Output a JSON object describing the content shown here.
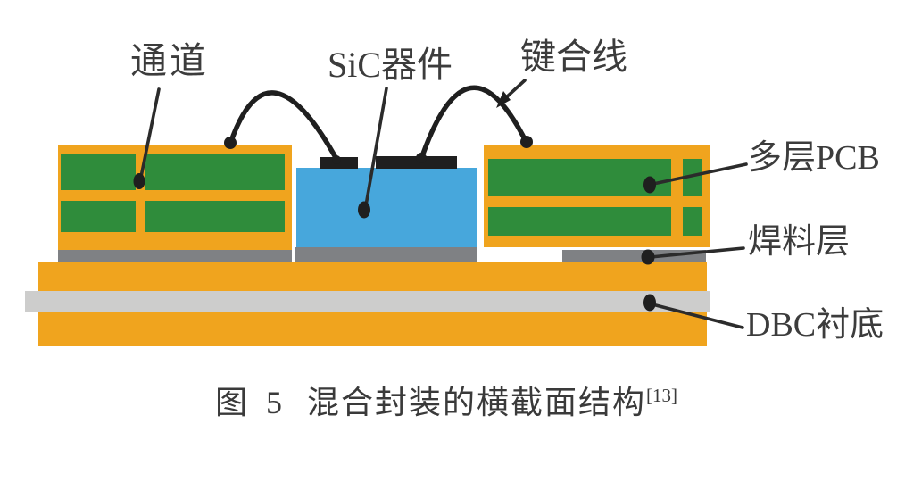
{
  "figure": {
    "labels": {
      "channel": "通道",
      "sic_device": "SiC器件",
      "bond_wire": "键合线",
      "multilayer_pcb": "多层PCB",
      "solder_layer": "焊料层",
      "dbc_substrate": "DBC衬底"
    },
    "caption": {
      "prefix": "图 5",
      "text": "混合封装的横截面结构",
      "reference": "[13]"
    },
    "colors": {
      "copper_orange": "#F0A41E",
      "pcb_green": "#2F8C3B",
      "sic_blue": "#47A7DC",
      "solder_gray": "#7F8184",
      "ceramic_gray": "#CDCDCC",
      "wire_black": "#1F1F1F",
      "text_dark": "#3C3C3C"
    }
  }
}
